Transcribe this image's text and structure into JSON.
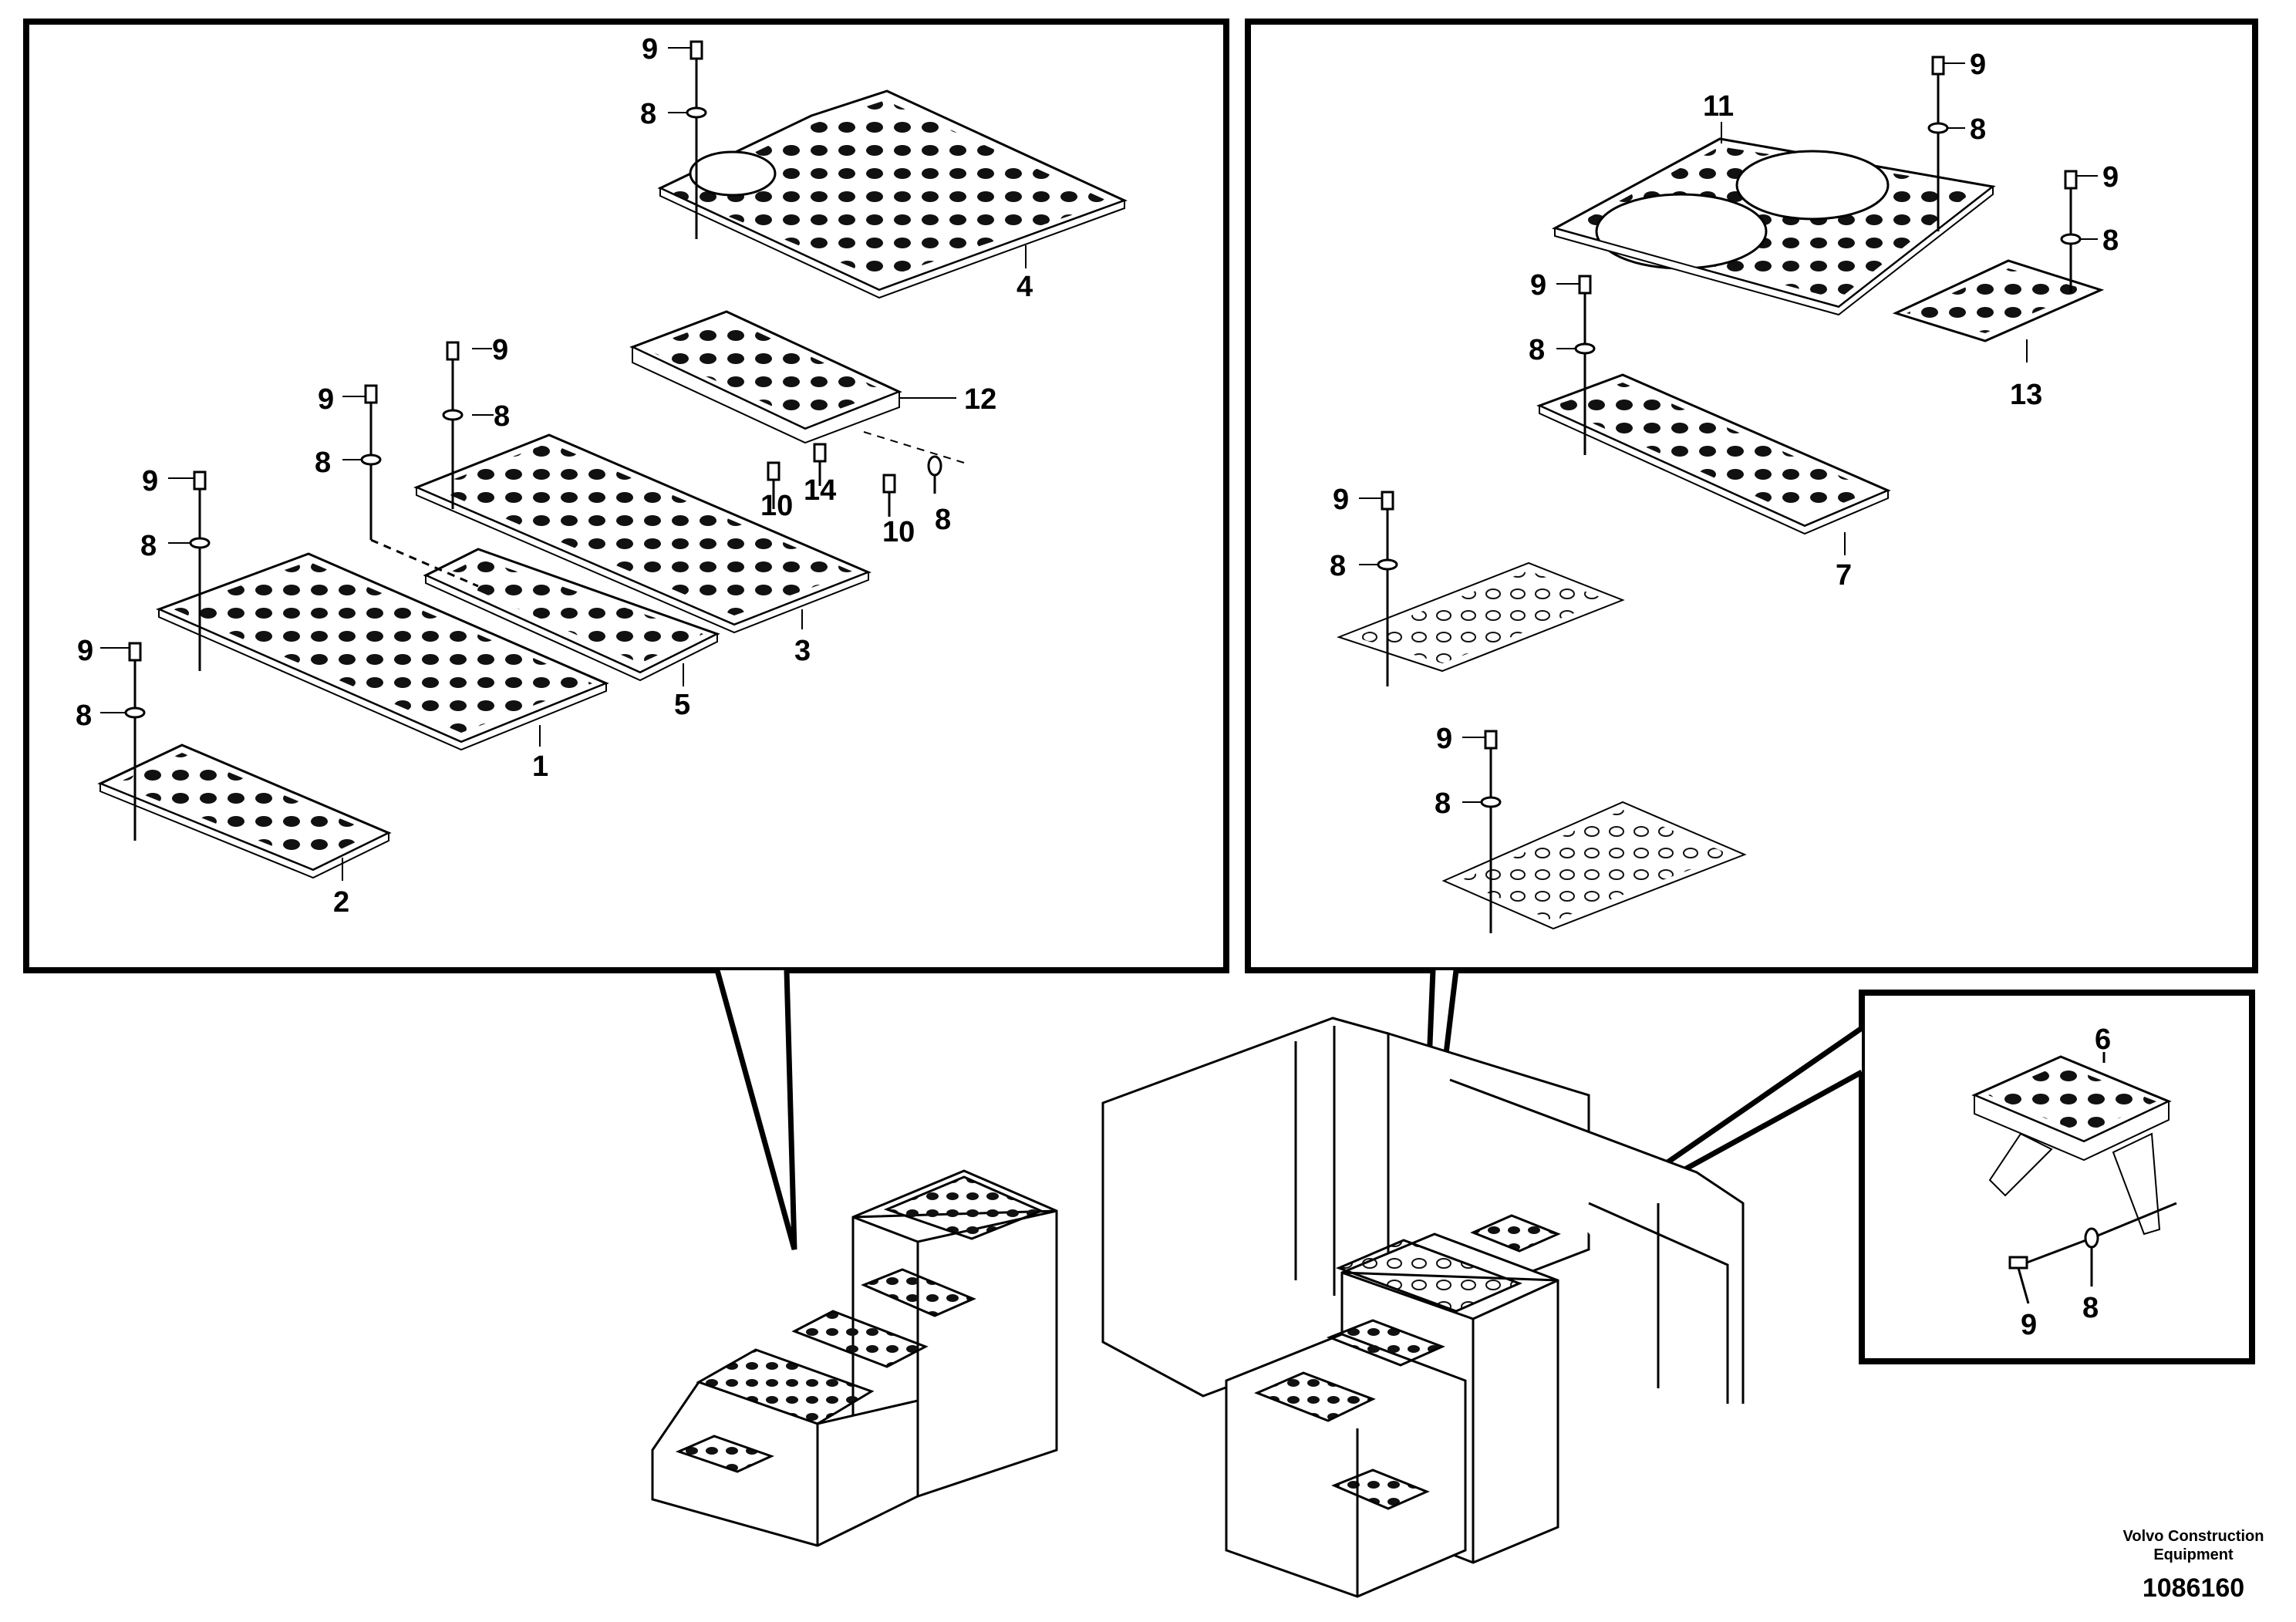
{
  "credit": {
    "line1": "Volvo Construction",
    "line2": "Equipment",
    "drawing_number": "1086160"
  },
  "left_panel": {
    "callouts": {
      "c4": "4",
      "c12": "12",
      "c3": "3",
      "c5": "5",
      "c1": "1",
      "c2": "2",
      "c14": "14",
      "c10a": "10",
      "c10b": "10",
      "c8d": "8",
      "c9a": "9",
      "c8a": "8",
      "c9b": "9",
      "c8b": "8",
      "c9c": "9",
      "c8c": "8",
      "c9e": "9",
      "c8e": "8",
      "c9f": "9",
      "c8f": "8"
    }
  },
  "right_panel": {
    "callouts": {
      "c11": "11",
      "c13": "13",
      "c7": "7",
      "c9a": "9",
      "c8a": "8",
      "c9b": "9",
      "c8b": "8",
      "c9c": "9",
      "c8c": "8",
      "c9d": "9",
      "c8d": "8",
      "c9e": "9",
      "c8e": "8"
    }
  },
  "inset_panel": {
    "callouts": {
      "c6": "6",
      "c9": "9",
      "c8": "8"
    }
  }
}
